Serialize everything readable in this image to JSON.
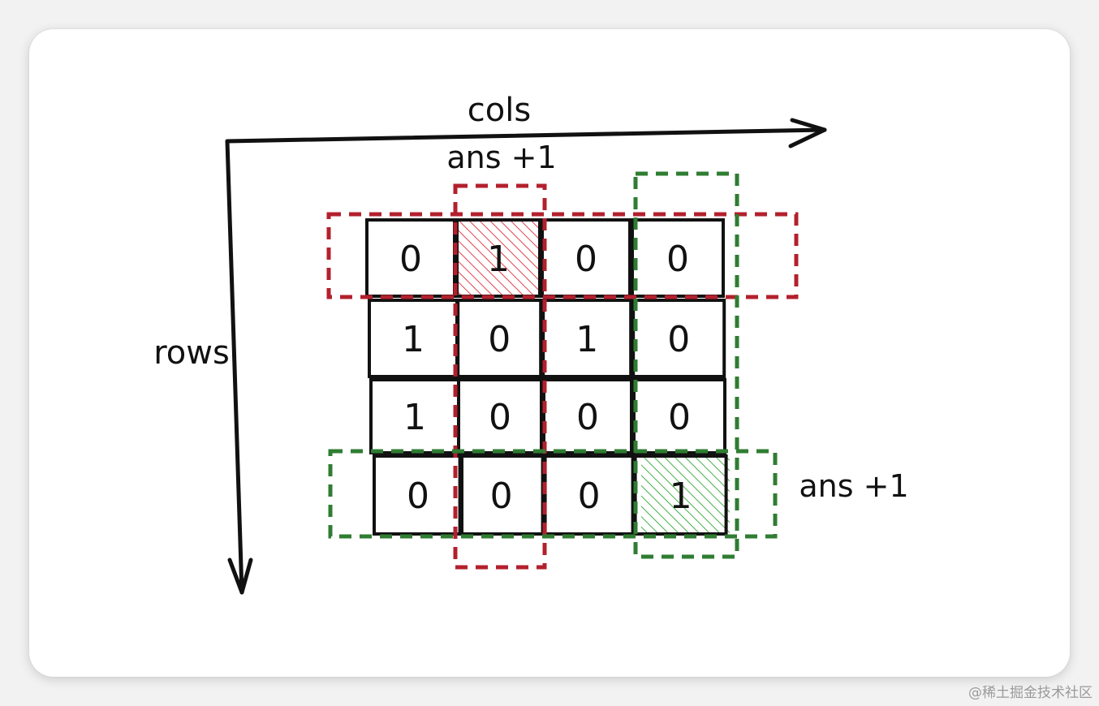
{
  "axes": {
    "x_label": "cols",
    "y_label": "rows"
  },
  "grid": [
    [
      "0",
      "1",
      "0",
      "0"
    ],
    [
      "1",
      "0",
      "1",
      "0"
    ],
    [
      "1",
      "0",
      "0",
      "0"
    ],
    [
      "0",
      "0",
      "0",
      "1"
    ]
  ],
  "annotations": {
    "red_label": "ans +1",
    "green_label": "ans +1"
  },
  "colors": {
    "ink": "#111111",
    "red": "#b3202d",
    "red_fill": "#e0424e",
    "green": "#2f7d32",
    "green_fill": "#45b049"
  },
  "watermark": "@稀土掘金技术社区"
}
